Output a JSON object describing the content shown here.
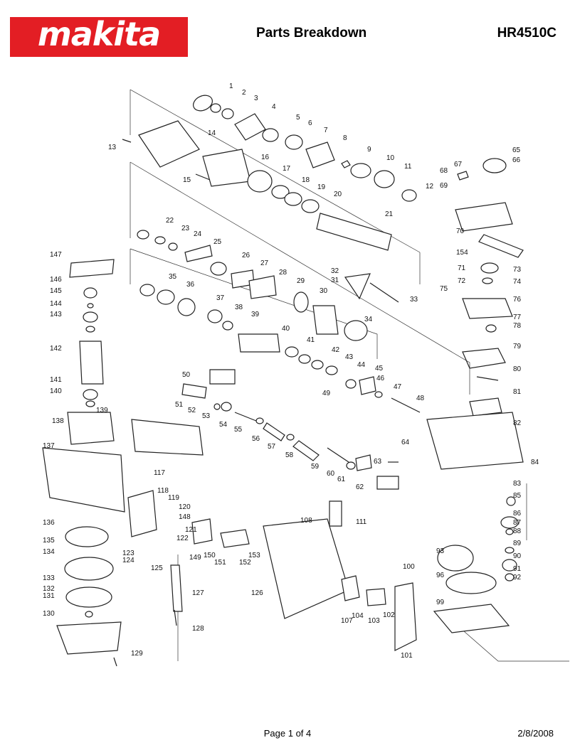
{
  "brand": {
    "logo_text": "makita",
    "color": "#e31e24"
  },
  "header": {
    "title": "Parts Breakdown",
    "model": "HR4510C"
  },
  "footer": {
    "page": "Page 1 of 4",
    "date": "2/8/2008"
  },
  "diagram": {
    "part_numbers": [
      "1",
      "2",
      "3",
      "4",
      "5",
      "6",
      "7",
      "8",
      "9",
      "10",
      "11",
      "12",
      "13",
      "14",
      "15",
      "16",
      "17",
      "18",
      "19",
      "20",
      "21",
      "22",
      "23",
      "24",
      "25",
      "26",
      "27",
      "28",
      "29",
      "30",
      "31",
      "32",
      "33",
      "34",
      "35",
      "36",
      "37",
      "38",
      "39",
      "40",
      "41",
      "42",
      "43",
      "44",
      "45",
      "46",
      "47",
      "48",
      "49",
      "50",
      "51",
      "52",
      "53",
      "54",
      "55",
      "56",
      "57",
      "58",
      "59",
      "60",
      "61",
      "62",
      "63",
      "64",
      "65",
      "66",
      "67",
      "68",
      "69",
      "70",
      "71",
      "72",
      "73",
      "74",
      "75",
      "76",
      "77",
      "78",
      "79",
      "80",
      "81",
      "82",
      "83",
      "84",
      "85",
      "86",
      "87",
      "88",
      "89",
      "90",
      "91",
      "92",
      "93",
      "96",
      "99",
      "100",
      "101",
      "102",
      "103",
      "104",
      "107",
      "108",
      "111",
      "117",
      "118",
      "119",
      "120",
      "121",
      "122",
      "123",
      "124",
      "125",
      "126",
      "127",
      "128",
      "129",
      "130",
      "131",
      "132",
      "133",
      "134",
      "135",
      "136",
      "137",
      "138",
      "139",
      "140",
      "141",
      "142",
      "143",
      "144",
      "145",
      "146",
      "147",
      "148",
      "149",
      "150",
      "151",
      "152",
      "153",
      "154"
    ]
  }
}
